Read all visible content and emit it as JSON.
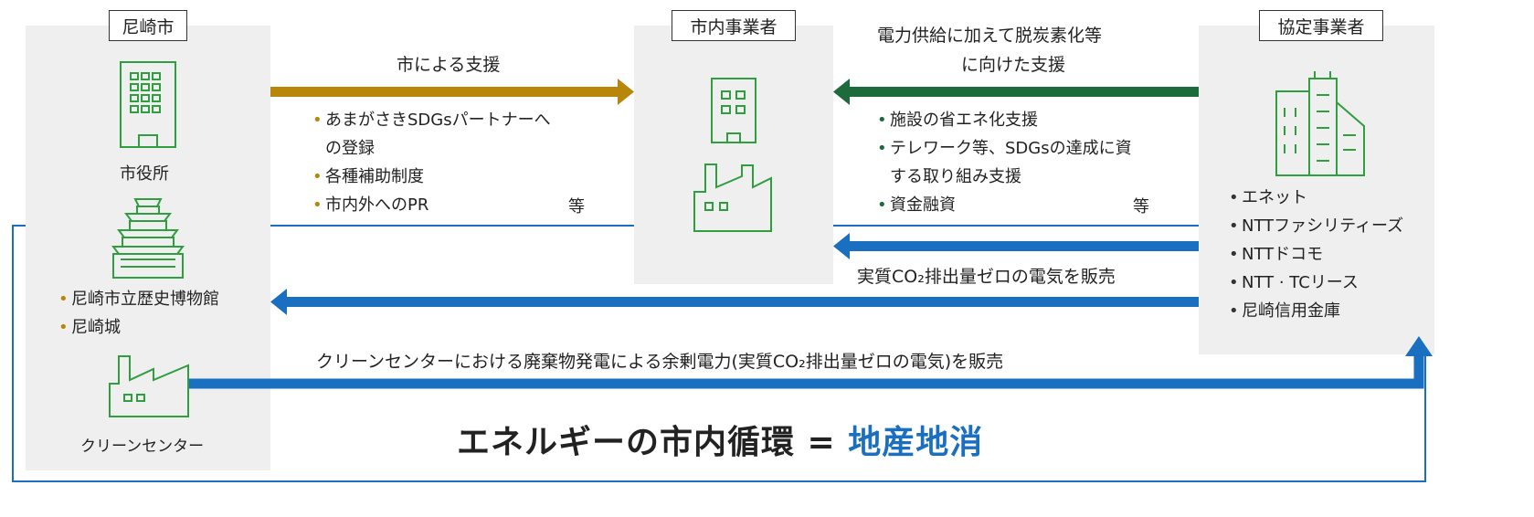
{
  "colors": {
    "gold": "#b8860b",
    "green": "#1d6b3a",
    "blue": "#1a6fc0",
    "panel": "#efefef"
  },
  "left_panel": {
    "header": "尼崎市",
    "city_hall_label": "市役所",
    "facilities": [
      "尼崎市立歴史博物館",
      "尼崎城"
    ],
    "clean_center_label": "クリーンセンター"
  },
  "middle_panel": {
    "header": "市内事業者"
  },
  "right_panel": {
    "header": "協定事業者",
    "members": [
      "エネット",
      "NTTファシリティーズ",
      "NTTドコモ",
      "NTT · TCリース",
      "尼崎信用金庫"
    ]
  },
  "city_support": {
    "caption": "市による支援",
    "items": [
      "あまがさきSDGsパートナーへ",
      "の登録",
      "各種補助制度",
      "市内外へのPR"
    ],
    "etc": "等"
  },
  "partner_support": {
    "caption_line1": "電力供給に加えて脱炭素化等",
    "caption_line2": "に向けた支援",
    "items": [
      "施設の省エネ化支援",
      "テレワーク等、SDGsの達成に資",
      "する取り組み支援",
      "資金融資"
    ],
    "etc": "等"
  },
  "electricity_sale": {
    "caption": "実質CO₂排出量ゼロの電気を販売"
  },
  "waste_power": {
    "caption": "クリーンセンターにおける廃棄物発電による余剰電力(実質CO₂排出量ゼロの電気)を販売"
  },
  "slogan": {
    "main": "エネルギーの市内循環 = ",
    "highlight": "地産地消"
  }
}
